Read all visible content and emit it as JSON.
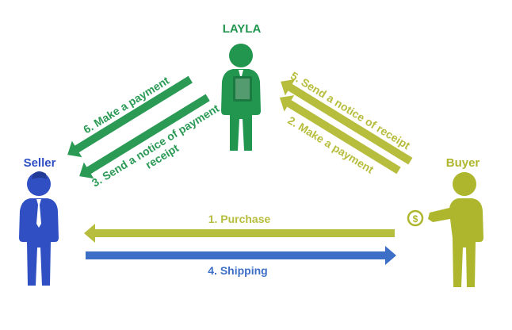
{
  "colors": {
    "layla": "#22964f",
    "seller": "#2f4fc2",
    "buyer": "#aeb62d",
    "arrow_buyer": "#b7bd3c",
    "arrow_shipping": "#3d6fc6",
    "arrow_layla": "#2a9a55"
  },
  "actors": {
    "layla": {
      "name": "LAYLA",
      "icon": "person-with-tablet-icon"
    },
    "seller": {
      "name": "Seller",
      "icon": "person-with-tie-icon"
    },
    "buyer": {
      "name": "Buyer",
      "icon": "person-holding-coin-icon"
    }
  },
  "steps": {
    "purchase": "1. Purchase",
    "make_payment_to_layla": "2. Make a payment",
    "notice_of_payment_line1": "3. Send a notice of payment",
    "notice_of_payment_line2": "receipt",
    "shipping": "4. Shipping",
    "notice_of_receipt": "5. Send a notice of receipt",
    "make_payment_to_seller": "6. Make a payment"
  }
}
